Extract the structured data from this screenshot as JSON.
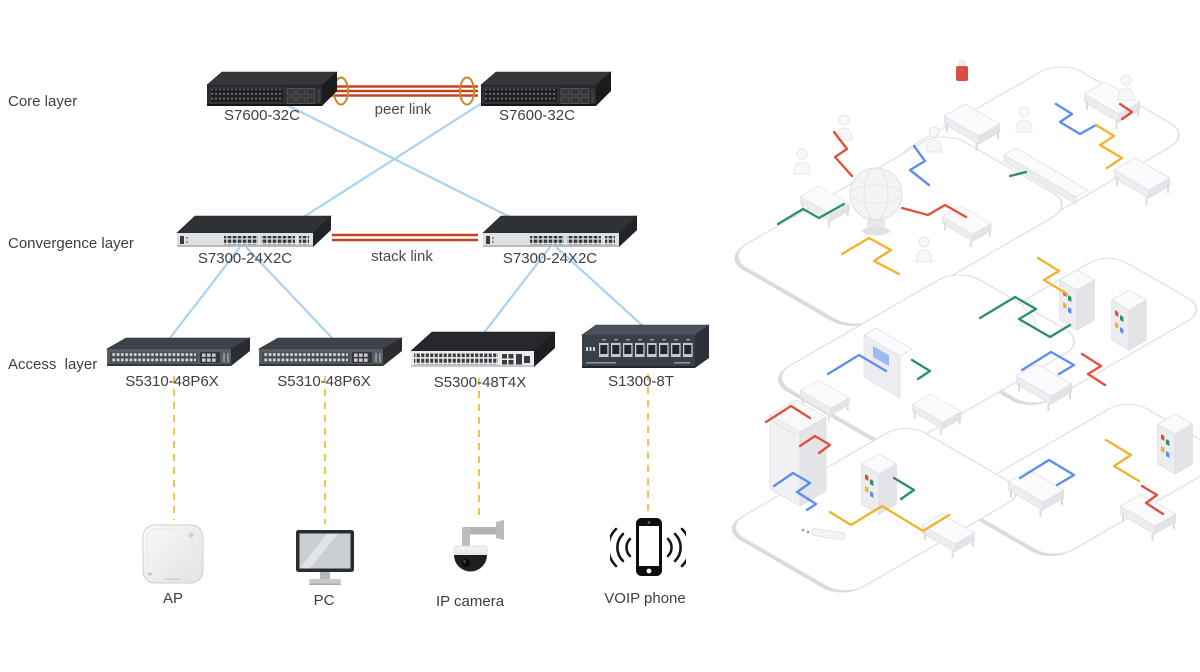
{
  "page": {
    "background": "#ffffff"
  },
  "topology": {
    "layer_labels": [
      "Core layer",
      "Convergence layer",
      "Access  layer"
    ],
    "link_labels": {
      "peer": "peer link",
      "stack": "stack link"
    },
    "core_switches": [
      {
        "model": "S7600-32C"
      },
      {
        "model": "S7600-32C"
      }
    ],
    "convergence_switches": [
      {
        "model": "S7300-24X2C"
      },
      {
        "model": "S7300-24X2C"
      }
    ],
    "access_switches": [
      {
        "model": "S5310-48P6X"
      },
      {
        "model": "S5310-48P6X"
      },
      {
        "model": "S5300-48T4X"
      },
      {
        "model": "S1300-8T"
      }
    ],
    "endpoint_devices": [
      {
        "label": "AP"
      },
      {
        "label": "PC"
      },
      {
        "label": "IP camera"
      },
      {
        "label": "VOIP phone"
      }
    ],
    "colors": {
      "uplink": "#a9d3f3",
      "peer_stack_link": "#bf4522",
      "link_ring": "#c6892e",
      "endpoint_drop": "#f3c34c",
      "label_text": "#3e3e3e"
    }
  },
  "illustration": {
    "description": "Isometric white office floors with colored network cabling",
    "cable_colors": {
      "red": "#e0513f",
      "blue": "#5b8ff2",
      "green": "#2f8f6b",
      "yellow": "#f0b42c"
    }
  }
}
